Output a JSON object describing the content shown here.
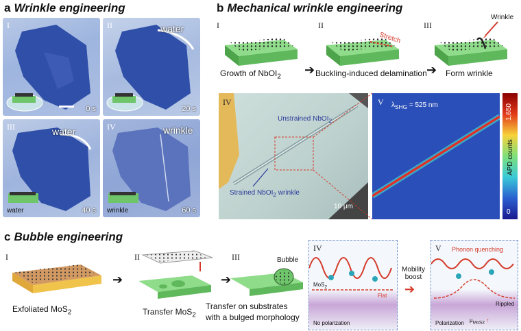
{
  "panel_a": {
    "letter": "a",
    "title": "Wrinkle engineering",
    "frames": [
      {
        "roman": "I",
        "time": "0 s",
        "label": ""
      },
      {
        "roman": "II",
        "time": "20 s",
        "label": "water"
      },
      {
        "roman": "III",
        "time": "40 s",
        "label": "water",
        "inset_label": "water"
      },
      {
        "roman": "IV",
        "time": "60 s",
        "label": "wrinkle",
        "inset_label": "wrinkle"
      }
    ]
  },
  "panel_b": {
    "letter": "b",
    "title": "Mechanical wrinkle engineering",
    "steps": [
      {
        "roman": "I",
        "caption": "Growth of NbOI",
        "sub": "2"
      },
      {
        "roman": "II",
        "caption": "Buckling-induced delamination",
        "annot": "Stretch"
      },
      {
        "roman": "III",
        "caption": "Form wrinkle",
        "annot": "Wrinkle"
      }
    ],
    "micro_iv": {
      "roman": "IV",
      "label_top": "Unstrained NbOI",
      "label_top_sub": "2",
      "label_bottom": "Strained NbOI",
      "label_bottom_sub": "2",
      "label_bottom_tail": " wrinkle",
      "scale": "10 μm"
    },
    "map_v": {
      "roman": "V",
      "lambda_sym": "λ",
      "lambda_sub": "SHG",
      "lambda_val": " = 525 nm",
      "colorbar_max": "1,650",
      "colorbar_min": "0",
      "colorbar_label": "APD counts"
    }
  },
  "panel_c": {
    "letter": "c",
    "title": "Bubble engineering",
    "steps": [
      {
        "roman": "I",
        "caption": "Exfoliated MoS",
        "sub": "2"
      },
      {
        "roman": "II",
        "caption": "Transfer MoS",
        "sub": "2"
      },
      {
        "roman": "III",
        "caption_line1": "Transfer on substrates",
        "caption_line2": "with a bulged morphology",
        "annot": "Bubble"
      }
    ],
    "scheme_iv": {
      "roman": "IV",
      "mat": "MoS",
      "mat_sub": "2",
      "flat": "Flat",
      "note": "No polarization"
    },
    "boost": {
      "line1": "Mobility",
      "line2": "boost"
    },
    "scheme_v": {
      "roman": "V",
      "title": "Phonon quenching",
      "rippled": "Rippled",
      "note": "Polarization",
      "mu": "μ",
      "mu_sub": "MoS2",
      "up": "↑"
    }
  },
  "colors": {
    "sample_blue": "#2f4fa8",
    "green_substrate": "#7ed37a",
    "bronze_substrate": "#c8874a",
    "accent_red": "#d43a2a"
  }
}
